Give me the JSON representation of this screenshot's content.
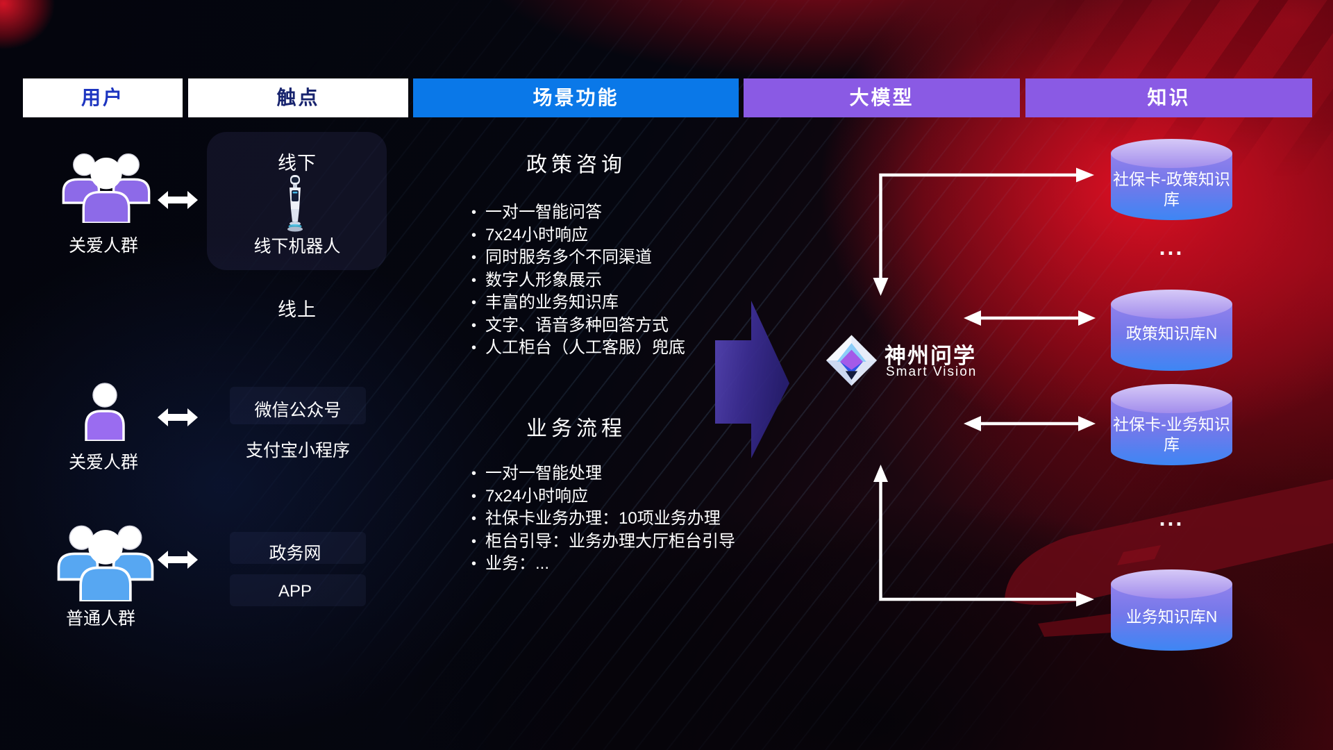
{
  "headers": [
    {
      "label": "用户",
      "bg": "#ffffff",
      "fg": "#1d35c0"
    },
    {
      "label": "触点",
      "bg": "#ffffff",
      "fg": "#18246e"
    },
    {
      "label": "场景功能",
      "bg": "#0a78e8",
      "fg": "#ffffff"
    },
    {
      "label": "大模型",
      "bg": "#8a5ae4",
      "fg": "#ffffff"
    },
    {
      "label": "知识",
      "bg": "#8a5ae4",
      "fg": "#ffffff"
    }
  ],
  "users": [
    {
      "label": "关爱人群",
      "icon": "group-people-icon",
      "color": "#8d6ae8"
    },
    {
      "label": "关爱人群",
      "icon": "person-icon",
      "color": "#9a6cf0"
    },
    {
      "label": "普通人群",
      "icon": "group-people-icon",
      "color": "#57a7f2"
    }
  ],
  "touchpoints": {
    "offline_label": "线下",
    "offline_device": "线下机器人",
    "online_label": "线上",
    "channels": [
      "微信公众号",
      "支付宝小程序",
      "政务网",
      "APP"
    ]
  },
  "scenes": [
    {
      "title": "政策咨询",
      "bullets": [
        "一对一智能问答",
        "7x24小时响应",
        "同时服务多个不同渠道",
        "数字人形象展示",
        "丰富的业务知识库",
        "文字、语音多种回答方式",
        "人工柜台（人工客服）兜底"
      ]
    },
    {
      "title": "业务流程",
      "bullets": [
        "一对一智能处理",
        "7x24小时响应",
        "社保卡业务办理：10项业务办理",
        "柜台引导：业务办理大厅柜台引导",
        "业务：..."
      ]
    }
  ],
  "logo": {
    "name": "神州问学",
    "subtitle": "Smart Vision"
  },
  "knowledge": {
    "cylinders": [
      "社保卡-政策知识库",
      "政策知识库N",
      "社保卡-业务知识库",
      "业务知识库N"
    ],
    "ellipsis": "...",
    "cylinder_colors": {
      "top": "#cbbcf4",
      "body_top": "#9181ec",
      "body_bottom": "#3d86f4"
    }
  },
  "accent_colors": {
    "scene_header": "#0a78e8",
    "model_header": "#8a5ae4",
    "arrow_purple": "#4a3aa8"
  }
}
